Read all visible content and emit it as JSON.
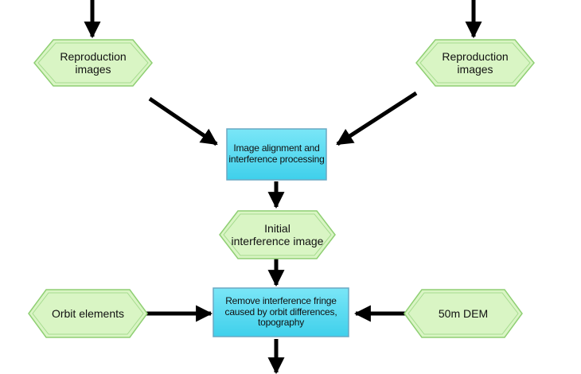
{
  "nodes": {
    "reproduction_left": {
      "text": "Reproduction\nimages",
      "shape": "hexagon"
    },
    "reproduction_right": {
      "text": "Reproduction\nimages",
      "shape": "hexagon"
    },
    "alignment": {
      "text": "Image alignment and\ninterference processing",
      "shape": "box"
    },
    "initial": {
      "text": "Initial\ninterference image",
      "shape": "hexagon"
    },
    "remove": {
      "text": "Remove interference fringe\ncaused by orbit differences,\ntopography",
      "shape": "box"
    },
    "orbit": {
      "text": "Orbit elements",
      "shape": "hexagon"
    },
    "dem": {
      "text": "50m DEM",
      "shape": "hexagon"
    }
  },
  "edges": [
    {
      "from": "top-left",
      "to": "reproduction_left"
    },
    {
      "from": "top-right",
      "to": "reproduction_right"
    },
    {
      "from": "reproduction_left",
      "to": "alignment"
    },
    {
      "from": "reproduction_right",
      "to": "alignment"
    },
    {
      "from": "alignment",
      "to": "initial"
    },
    {
      "from": "initial",
      "to": "remove"
    },
    {
      "from": "orbit",
      "to": "remove"
    },
    {
      "from": "dem",
      "to": "remove"
    },
    {
      "from": "remove",
      "to": "bottom"
    }
  ],
  "colors": {
    "hex_fill": "#d9f5c4",
    "hex_stroke": "#8fcf73",
    "box_fill": "#57dcf2",
    "box_stroke": "#6aa9c4",
    "arrow": "#000000"
  }
}
